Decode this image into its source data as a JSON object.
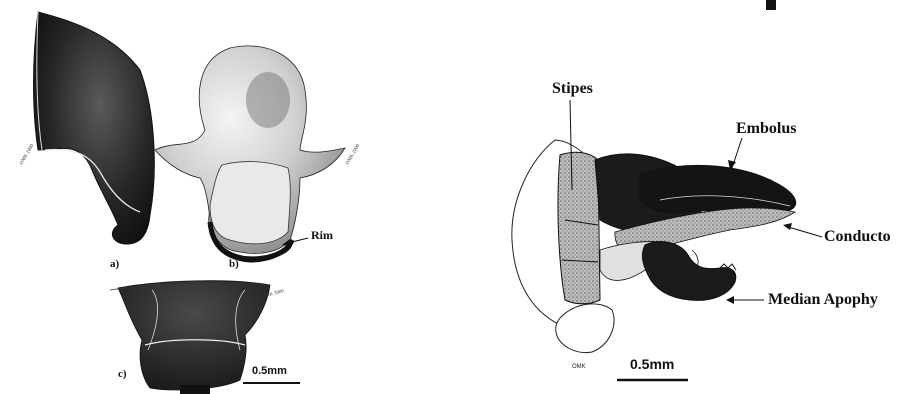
{
  "left_figure": {
    "panel_a": "a)",
    "panel_b": "b)",
    "panel_c": "c)",
    "rim_label": "Rim",
    "scale_bar": "0.5mm"
  },
  "right_figure": {
    "stipes": "Stipes",
    "embolus": "Embolus",
    "conductor": "Conducto",
    "median_apophysis": "Median Apophy",
    "scale_bar": "0.5mm"
  }
}
